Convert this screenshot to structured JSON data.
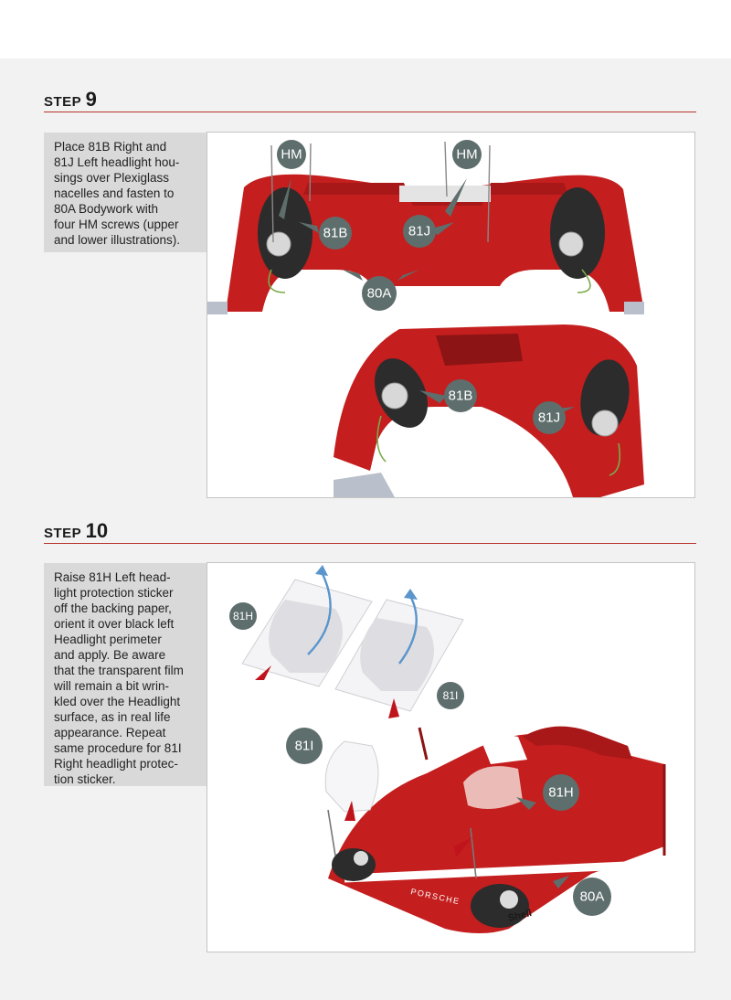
{
  "steps": [
    {
      "word": "STEP",
      "number": "9",
      "instruction": "Place 81B Right and\n81J Left headlight hou-\nsings over Plexiglass\nnacelles and fasten to\n80A Bodywork with\nfour HM screws (upper\nand lower illustrations).",
      "callouts": {
        "hm": "HM",
        "b": "81B",
        "j": "81J",
        "body": "80A"
      }
    },
    {
      "word": "STEP",
      "number": "10",
      "instruction": "Raise 81H Left head-\nlight protection sticker\noff the backing paper,\norient it over black left\nHeadlight perimeter\nand apply. Be aware\nthat the transparent film\nwill remain a bit wrin-\nkled over the Headlight\nsurface, as in real life\nappearance. Repeat\nsame procedure for 81I\nRight headlight protec-\ntion sticker.",
      "callouts": {
        "h": "81H",
        "i": "81I",
        "body": "80A"
      },
      "car_text": {
        "brand": "PORSCHE",
        "sponsor": "Shell"
      }
    }
  ],
  "colors": {
    "accent": "#b8332b",
    "callout": "#5e6e6c",
    "body_red": "#c41e1e",
    "arrow_red": "#c0141c",
    "arrow_blue": "#5b95cc"
  }
}
